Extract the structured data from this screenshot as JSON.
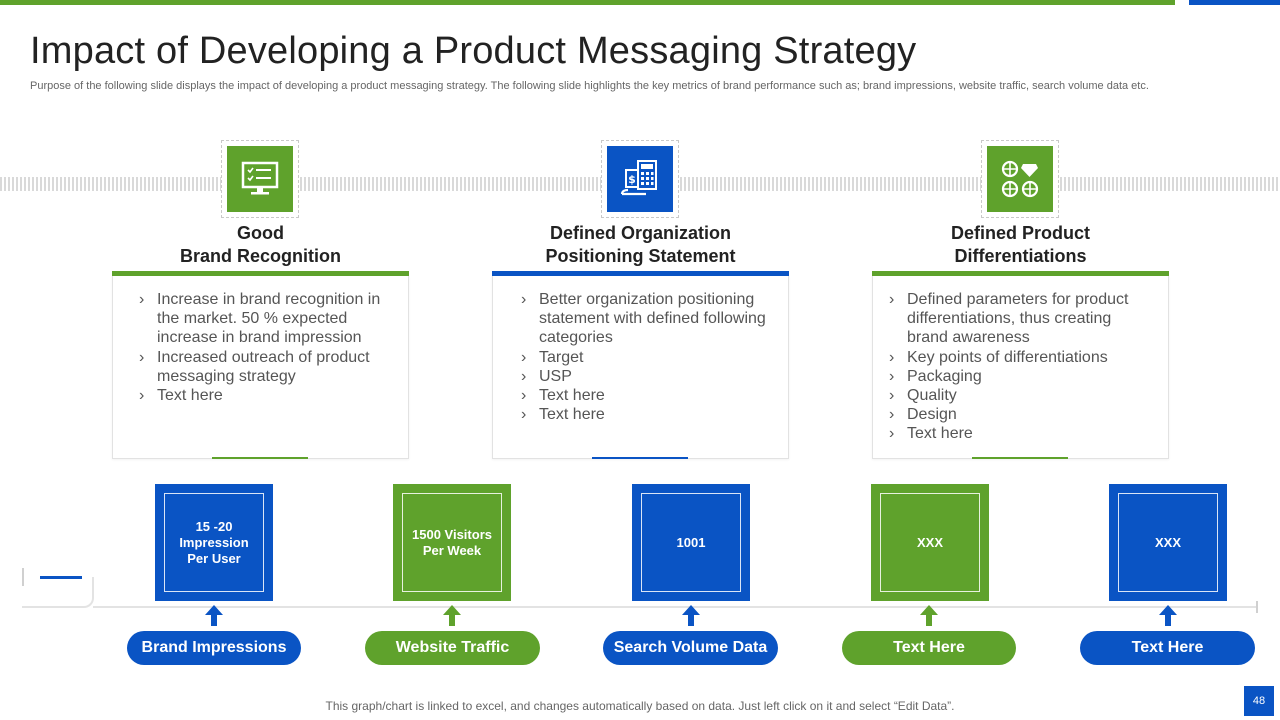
{
  "slide": {
    "title": "Impact of Developing a Product Messaging Strategy",
    "subtitle": "Purpose of the following slide displays the impact of developing a product messaging strategy. The following slide highlights the key metrics of brand performance such as; brand impressions, website traffic, search volume data etc.",
    "footnote": "This graph/chart is linked to excel, and changes automatically based on data. Just left click on it and select “Edit Data”.",
    "page_number": "48"
  },
  "colors": {
    "green": "#5fa22c",
    "blue": "#0a54c4"
  },
  "columns": [
    {
      "icon": "computer-checklist-icon",
      "heading_line1": "Good",
      "heading_line2": "Brand Recognition",
      "bullets": [
        "Increase  in brand recognition in the market. 50 % expected increase in brand impression",
        "Increased outreach  of product messaging strategy",
        "Text here"
      ]
    },
    {
      "icon": "calculator-money-icon",
      "heading_line1": "Defined Organization",
      "heading_line2": "Positioning Statement",
      "bullets": [
        "Better organization positioning statement with defined following categories",
        "Target",
        "USP",
        "Text here",
        "Text here"
      ]
    },
    {
      "icon": "diamond-gems-icon",
      "heading_line1": "Defined Product",
      "heading_line2": "Differentiations",
      "bullets": [
        "Defined parameters for product differentiations, thus creating brand awareness",
        "Key points of differentiations",
        "Packaging",
        "Quality",
        "Design",
        "Text here"
      ]
    }
  ],
  "metrics": [
    {
      "value": "15 -20 Impression Per User",
      "label": "Brand Impressions"
    },
    {
      "value": "1500 Visitors Per Week",
      "label": "Website Traffic"
    },
    {
      "value": "1001",
      "label": "Search Volume Data"
    },
    {
      "value": "XXX",
      "label": "Text Here"
    },
    {
      "value": "XXX",
      "label": "Text Here"
    }
  ]
}
